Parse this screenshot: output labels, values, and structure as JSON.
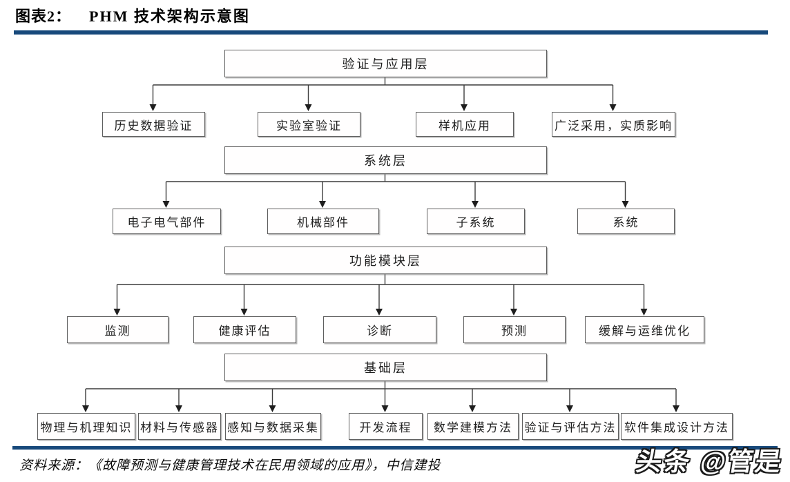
{
  "header": {
    "fig_label": "图表2：",
    "fig_title": "PHM 技术架构示意图"
  },
  "diagram": {
    "layers": [
      {
        "label": "验证与应用层",
        "children": [
          "历史数据验证",
          "实验室验证",
          "样机应用",
          "广泛采用，实质影响"
        ]
      },
      {
        "label": "系统层",
        "children": [
          "电子电气部件",
          "机械部件",
          "子系统",
          "系统"
        ]
      },
      {
        "label": "功能模块层",
        "children": [
          "监测",
          "健康评估",
          "诊断",
          "预测",
          "缓解与运维优化"
        ]
      },
      {
        "label": "基础层",
        "children": [
          "物理与机理知识",
          "材料与传感器",
          "感知与数据采集",
          "开发流程",
          "数学建模方法",
          "验证与评估方法",
          "软件集成设计方法"
        ]
      }
    ]
  },
  "footer": {
    "source": "资料来源：《故障预测与健康管理技术在民用领域的应用》，中信建投"
  },
  "watermark": {
    "text": "头条 @管是"
  },
  "colors": {
    "accent_rule": "#17497b",
    "box_border": "#5e5e5e",
    "connector": "#3c3c3c",
    "text": "#1f1f1f"
  }
}
